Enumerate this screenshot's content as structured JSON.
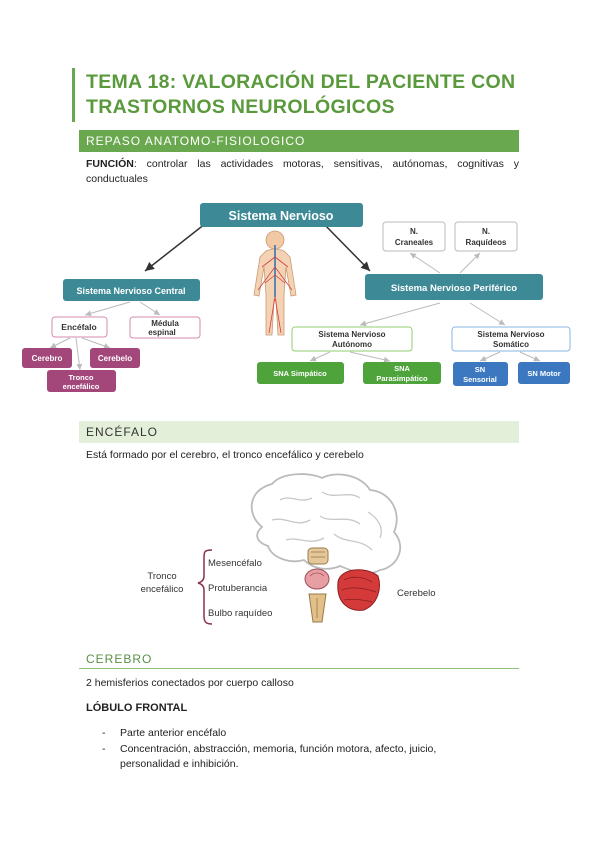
{
  "title": [
    "TEMA 18: VALORACIÓN DEL PACIENTE CON",
    "TRASTORNOS NEUROLÓGICOS"
  ],
  "section1": {
    "heading": "REPASO ANATOMO-FISIOLOGICO",
    "funcion_label": "FUNCIÓN",
    "funcion_text": ": controlar las actividades motoras, sensitivas, autónomas, cognitivas y conductuales"
  },
  "diagram1": {
    "root": "Sistema Nervioso",
    "central": "Sistema Nervioso Central",
    "periferico": "Sistema Nervioso Periférico",
    "encefalo": "Encéfalo",
    "medula": [
      "Médula",
      "espinal"
    ],
    "cerebro": "Cerebro",
    "cerebelo": "Cerebelo",
    "tronco": [
      "Tronco",
      "encefálico"
    ],
    "craneales": [
      "N.",
      "Craneales"
    ],
    "raquideos": [
      "N.",
      "Raquídeos"
    ],
    "autonomo": [
      "Sistema Nervioso",
      "Autónomo"
    ],
    "somatico": [
      "Sistema Nervioso",
      "Somático"
    ],
    "simpatico": "SNA Simpático",
    "parasimpatico": [
      "SNA",
      "Parasimpático"
    ],
    "sensorial": [
      "SN",
      "Sensorial"
    ],
    "motor": "SN Motor"
  },
  "section2": {
    "heading": "ENCÉFALO",
    "text": "Está formado por el cerebro, el tronco encefálico y cerebelo"
  },
  "diagram2": {
    "tronco_label": [
      "Tronco",
      "encefálico"
    ],
    "mesencefalo": "Mesencéfalo",
    "protuberancia": "Protuberancia",
    "bulbo": "Bulbo raquídeo",
    "cerebelo": "Cerebelo"
  },
  "section3": {
    "heading": "CEREBRO",
    "text": "2 hemisferios conectados por cuerpo calloso",
    "subheading": "LÓBULO FRONTAL",
    "items": [
      "Parte anterior encéfalo",
      "Concentración, abstracción, memoria, función motora, afecto, juicio, personalidad e inhibición."
    ]
  },
  "colors": {
    "green": "#6aa84f",
    "teal": "#3d8a96",
    "magenta": "#a3467a",
    "blue": "#3b78c0"
  }
}
